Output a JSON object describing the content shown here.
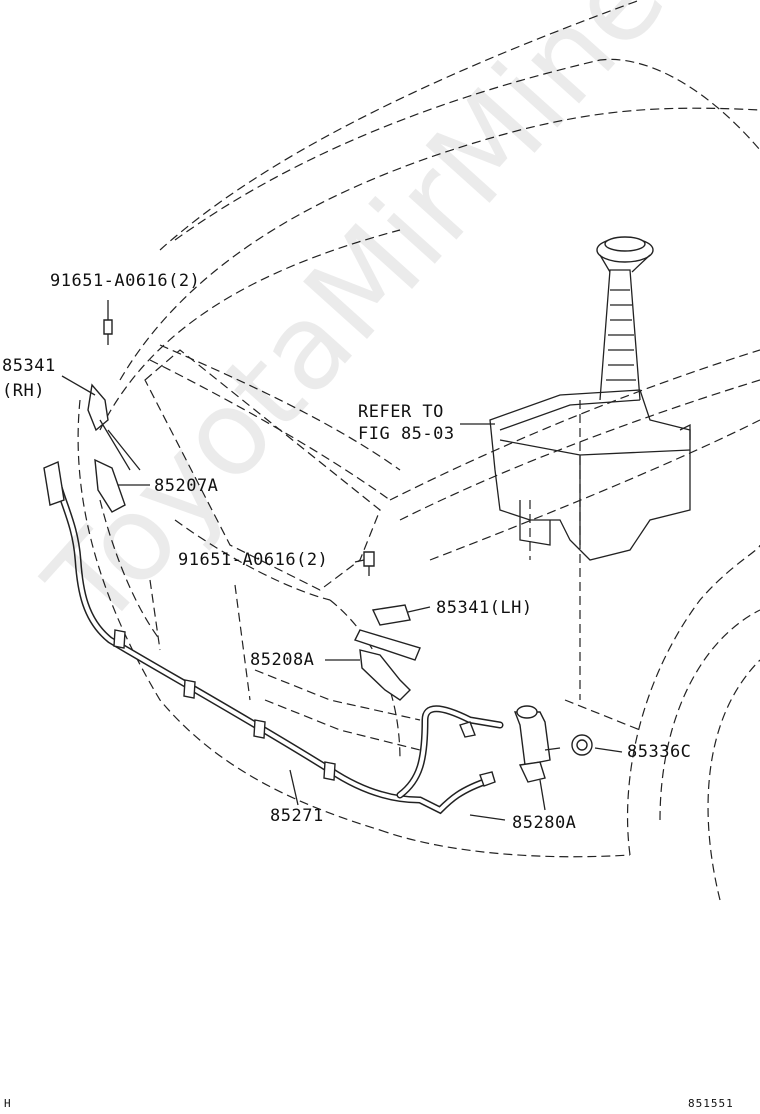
{
  "labels": {
    "bolt_top": "91651-A0616(2)",
    "nozzle_rh_num": "85341",
    "nozzle_rh_side": "(RH)",
    "refer_line1": "REFER TO",
    "refer_line2": "FIG 85-03",
    "jet_rh": "85207A",
    "bolt_mid": "91651-A0616(2)",
    "nozzle_lh": "85341(LH)",
    "jet_lh": "85208A",
    "grommet": "85336C",
    "hose": "85271",
    "pump": "85280A",
    "corner_left": "H",
    "corner_right": "851551"
  },
  "watermark": "ToyotaMirMine.ru"
}
